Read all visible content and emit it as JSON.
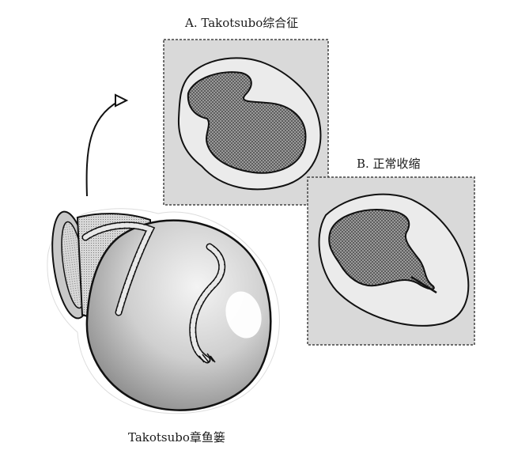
{
  "labels": {
    "panel_a": "A. Takotsubo综合征",
    "panel_b": "B. 正常收缩",
    "pot": "Takotsubo章鱼篓"
  },
  "colors": {
    "panel_fill": "#d9d9d9",
    "panel_border": "#444444",
    "heart_fill": "#e6e6e6",
    "cavity_fill": "#777777",
    "pot_fill": "#d4d4d4"
  }
}
